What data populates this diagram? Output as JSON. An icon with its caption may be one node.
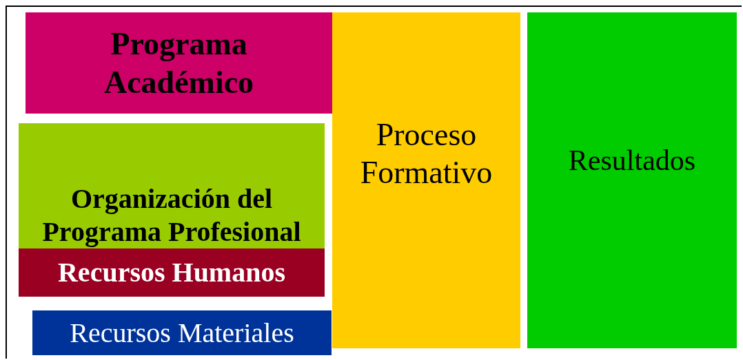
{
  "diagram": {
    "nodes": [
      {
        "text": [
          "Programa Académico"
        ]
      },
      {
        "text": [
          "Organización del Programa Profesional"
        ]
      },
      {
        "text": [
          "Recursos Humanos"
        ]
      },
      {
        "text": [
          "Recursos Materiales"
        ]
      },
      {
        "text": [
          "Proceso Formativo"
        ]
      },
      {
        "text": [
          "Resultados"
        ]
      }
    ]
  }
}
